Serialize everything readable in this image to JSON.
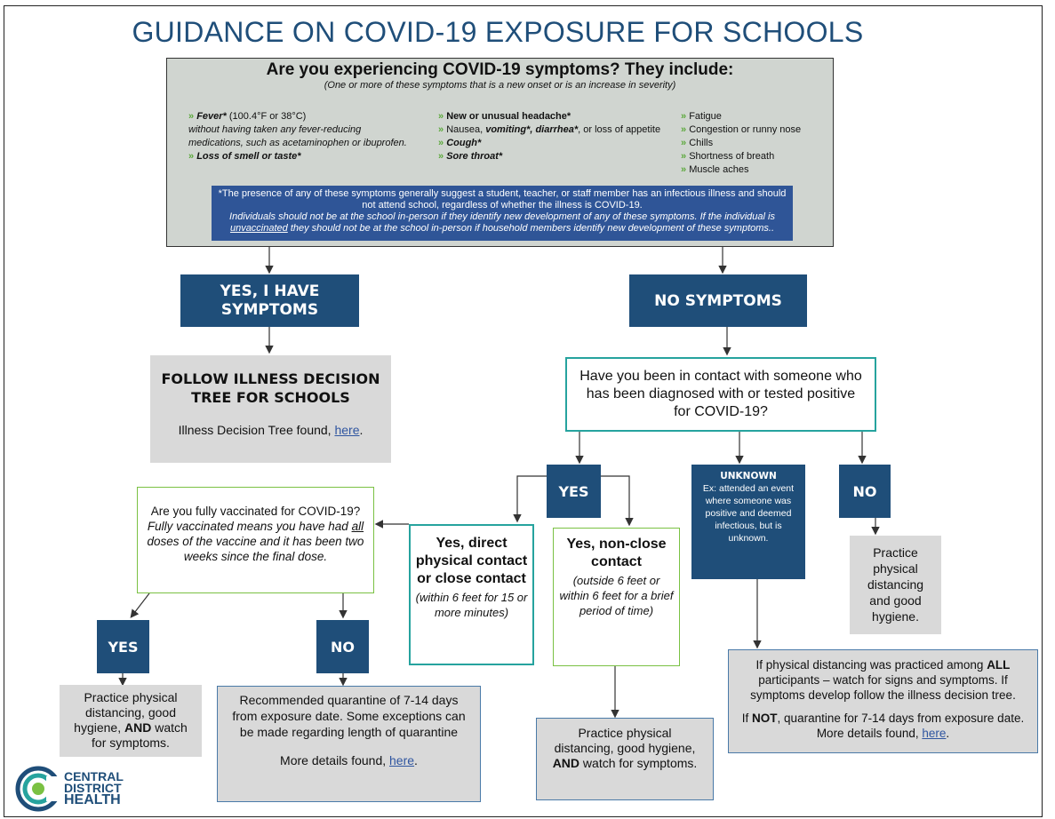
{
  "title": "GUIDANCE ON COVID-19 EXPOSURE FOR SCHOOLS",
  "symptoms": {
    "question": "Are you experiencing COVID-19 symptoms? They include:",
    "subtitle": "(One or more of these symptoms that is a new onset or is an increase in severity)",
    "col1": {
      "fever": "Fever*",
      "fever_detail": " (100.4°F or 38°C)",
      "fever_note_1": "without having taken any fever-reducing",
      "fever_note_2": "medications, such as acetaminophen or ibuprofen.",
      "smell": "Loss of smell or taste*"
    },
    "col2": {
      "headache": "New or unusual headache*",
      "nausea_a": "Nausea, ",
      "nausea_b": "vomiting*, diarrhea*",
      "nausea_c": ", or loss of appetite",
      "cough": "Cough*",
      "throat": "Sore throat*"
    },
    "col3": [
      "Fatigue",
      "Congestion or runny nose",
      "Chills",
      "Shortness of breath",
      "Muscle aches"
    ],
    "note": {
      "line1": "*The presence of any of these symptoms generally suggest a student, teacher, or staff member has an infectious illness and should not attend school, regardless of whether the illness is COVID-19.",
      "line2": "Individuals should not be at the school in-person if they identify new development of any of these symptoms. If the individual is ",
      "line2_u": "unvaccinated",
      "line2_end": " they should not be at the school in-person if household members identify new development of these symptoms.."
    }
  },
  "yes_symptoms": "YES, I HAVE SYMPTOMS",
  "no_symptoms": "NO SYMPTOMS",
  "illness_tree": {
    "title": "FOLLOW ILLNESS DECISION TREE FOR SCHOOLS",
    "text": "Illness Decision Tree found, ",
    "link": "here",
    "end": "."
  },
  "contact_question": "Have you been in contact with someone who has been diagnosed with or tested positive for COVID-19?",
  "contact_yes": "YES",
  "unknown": {
    "title": "UNKNOWN",
    "text": "Ex: attended an event where someone was positive and deemed infectious, but is unknown."
  },
  "contact_no": "NO",
  "no_contact_advice": "Practice physical distancing and good hygiene.",
  "vaccinated": {
    "question": "Are you fully vaccinated for COVID-19?",
    "note_a": "Fully vaccinated means you have had ",
    "note_u": "all",
    "note_b": " doses of the vaccine and it has been two weeks since the final dose."
  },
  "close_contact": {
    "title": "Yes, direct physical contact or close contact",
    "detail": "(within 6 feet for 15 or more minutes)"
  },
  "non_close": {
    "title": "Yes, non-close contact",
    "detail": "(outside 6 feet or within 6 feet for a brief period of time)"
  },
  "vacc_yes": "YES",
  "vacc_no": "NO",
  "vacc_yes_advice": {
    "a": "Practice physical distancing, good hygiene, ",
    "b": "AND",
    "c": " watch for symptoms."
  },
  "quarantine": {
    "text": "Recommended quarantine of 7-14 days from exposure date. Some exceptions can be made regarding length of quarantine",
    "more": "More details found, ",
    "link": "here",
    "end": "."
  },
  "non_close_advice": {
    "a": "Practice physical distancing, good hygiene, ",
    "b": "AND",
    "c": " watch for symptoms."
  },
  "unknown_advice": {
    "p1a": "If physical distancing was practiced among ",
    "p1b": "ALL",
    "p1c": " participants – watch for signs and symptoms. If symptoms develop follow the illness decision tree.",
    "p2a": "If ",
    "p2b": "NOT",
    "p2c": ", quarantine for 7-14 days from exposure date. More details found, ",
    "link": "here",
    "end": "."
  },
  "logo": {
    "line1": "CENTRAL",
    "line2": "DISTRICT",
    "line3": "HEALTH"
  },
  "colors": {
    "navy": "#1f4e79",
    "note_blue": "#2f5597",
    "grey": "#d9d9d9",
    "teal": "#26a39e",
    "green": "#7ac143"
  }
}
